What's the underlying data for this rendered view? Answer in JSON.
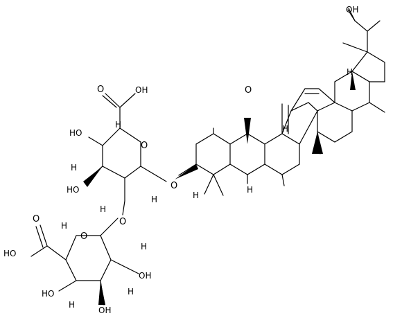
{
  "atoms": {
    "oh": "OH",
    "ho": "HO",
    "h": "H",
    "o": "O"
  }
}
